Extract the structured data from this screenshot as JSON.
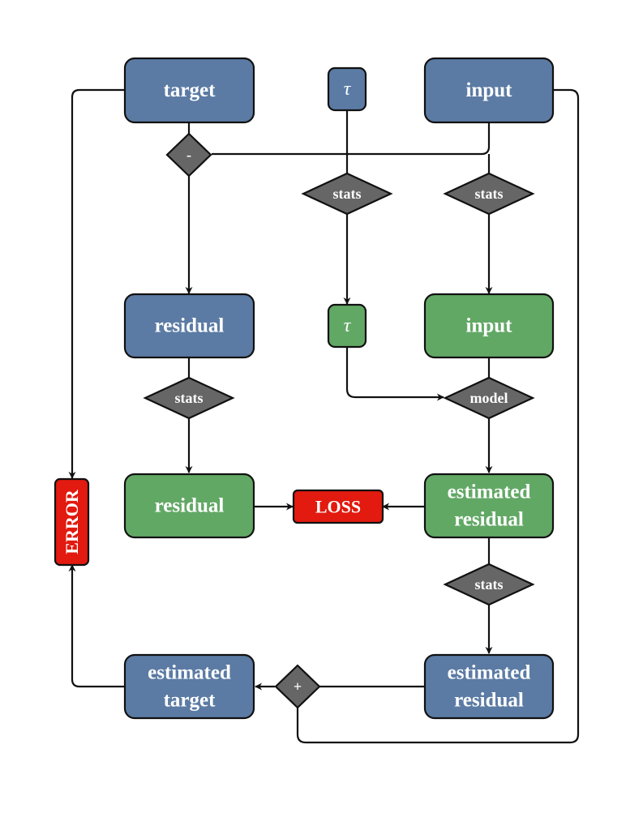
{
  "colors": {
    "blue": "#5b7ba4",
    "green": "#62a865",
    "gray": "#666666",
    "red": "#e21a0f",
    "line": "#111111"
  },
  "nodes": {
    "target": {
      "lines": [
        "target"
      ]
    },
    "tau_top": {
      "lines": [
        "τ"
      ]
    },
    "input_top": {
      "lines": [
        "input"
      ]
    },
    "minus": {
      "lines": [
        "-"
      ]
    },
    "stats_tau": {
      "lines": [
        "stats"
      ]
    },
    "stats_input": {
      "lines": [
        "stats"
      ]
    },
    "residual_blue": {
      "lines": [
        "residual"
      ]
    },
    "tau_green": {
      "lines": [
        "τ"
      ]
    },
    "input_green": {
      "lines": [
        "input"
      ]
    },
    "stats_residual": {
      "lines": [
        "stats"
      ]
    },
    "model": {
      "lines": [
        "model"
      ]
    },
    "residual_green": {
      "lines": [
        "residual"
      ]
    },
    "loss": {
      "lines": [
        "LOSS"
      ]
    },
    "est_residual_green": {
      "lines": [
        "estimated",
        "residual"
      ]
    },
    "error": {
      "lines": [
        "ERROR"
      ]
    },
    "stats_est": {
      "lines": [
        "stats"
      ]
    },
    "est_target": {
      "lines": [
        "estimated",
        "target"
      ]
    },
    "plus": {
      "lines": [
        "+"
      ]
    },
    "est_residual_blue": {
      "lines": [
        "estimated",
        "residual"
      ]
    }
  }
}
